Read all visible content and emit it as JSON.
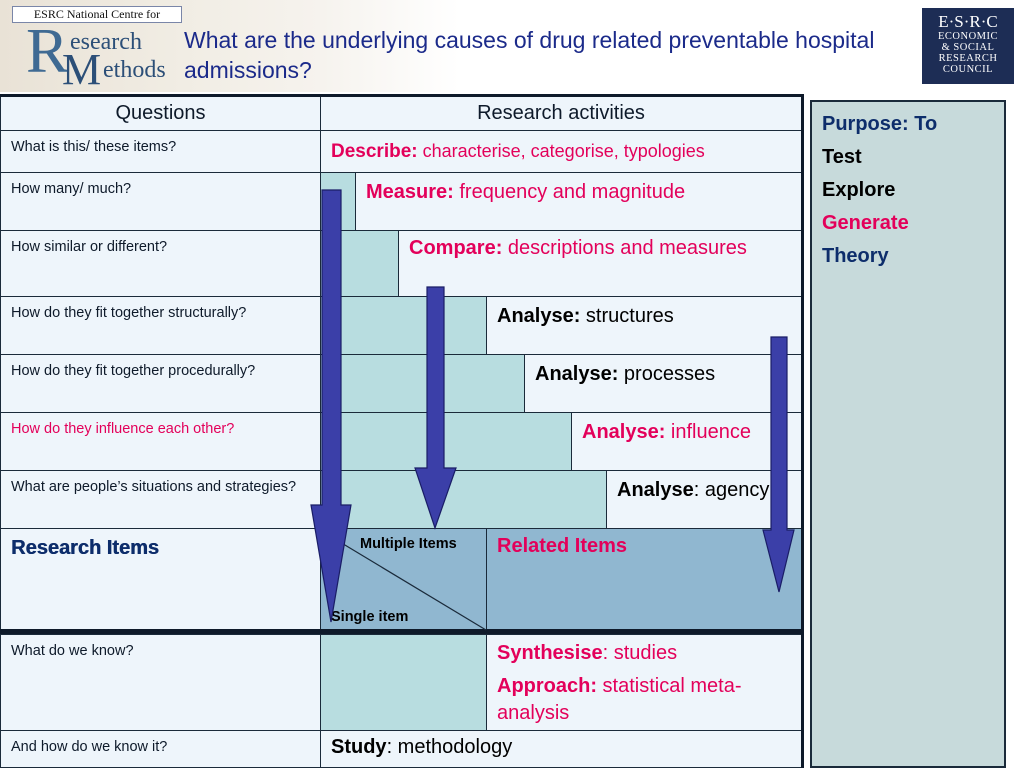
{
  "header": {
    "title": "What are the underlying causes of drug related preventable hospital admissions?",
    "rm_logo": {
      "centre_label": "ESRC National Centre for",
      "r_letter": "R",
      "word1": "esearch",
      "m_letter": "M",
      "word2": "ethods"
    },
    "esrc_logo": {
      "line1": "E·S·R·C",
      "line2": "ECONOMIC",
      "line3": "& SOCIAL",
      "line4": "RESEARCH",
      "line5": "COUNCIL"
    }
  },
  "table": {
    "col_questions": "Questions",
    "col_activities": "Research activities",
    "rows": [
      {
        "question": "What is this/ these items?",
        "keyword": "Describe:",
        "detail": " characterise, categorise, typologies"
      },
      {
        "question": "How many/ much?",
        "keyword": "Measure:",
        "detail": " frequency and magnitude"
      },
      {
        "question": "How similar or different?",
        "keyword": "Compare:",
        "detail": " descriptions and measures"
      },
      {
        "question": "How do they fit together structurally?",
        "keyword": "Analyse:",
        "detail": " structures"
      },
      {
        "question": "How do they fit together procedurally?",
        "keyword": "Analyse:",
        "detail": " processes"
      },
      {
        "question": "How do they influence each other?",
        "keyword": "Analyse:",
        "detail": " influence"
      },
      {
        "question": "What are people’s situations and strategies?",
        "keyword": "Analyse",
        "detail": ": agency"
      }
    ],
    "research_items": "Research Items",
    "multiple_items": "Multiple Items",
    "single_item": "Single item",
    "related_items": "Related Items",
    "lower_rows": [
      {
        "question": "What do we know?",
        "keyword1": "Synthesise",
        "detail1": ": studies",
        "keyword2": "Approach:",
        "detail2": " statistical meta-analysis"
      },
      {
        "question": "And how do we know it?",
        "keyword1": "Study",
        "detail1": ": methodology"
      }
    ]
  },
  "purpose": {
    "title": "Purpose: To",
    "items": [
      "Test",
      "Explore",
      "Generate",
      "Theory"
    ]
  },
  "colors": {
    "title_blue": "#1b2a8a",
    "accent_pink": "#e3005a",
    "navy": "#0d2d6b",
    "teal_cell": "#b8dde0",
    "blue_panel": "#90b7d0",
    "arrow_fill": "#3b3fa8"
  }
}
